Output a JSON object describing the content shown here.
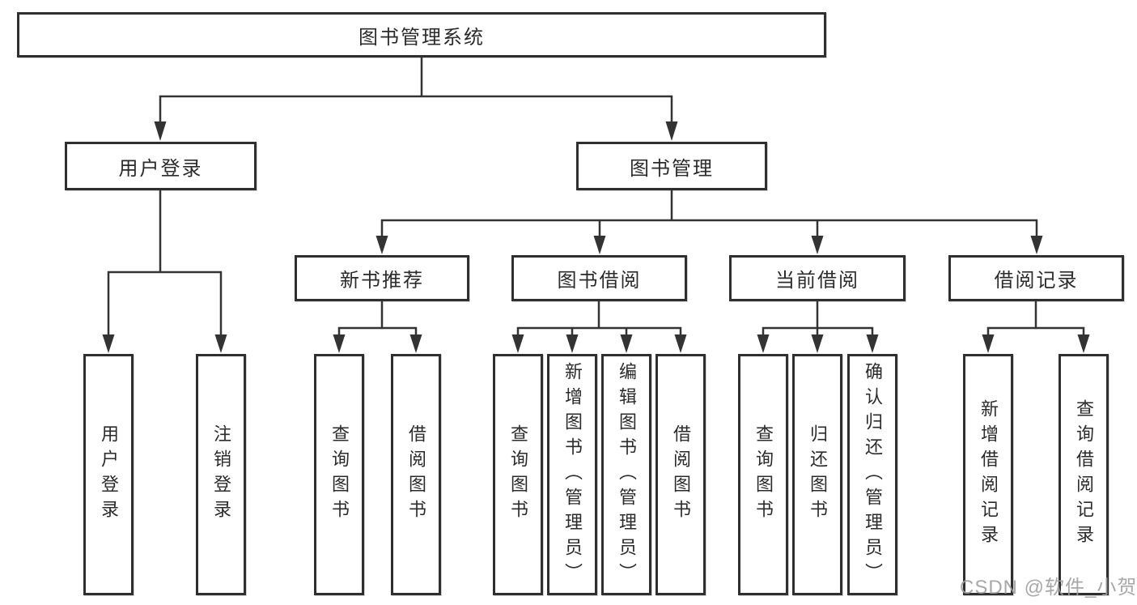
{
  "diagram_type": "hierarchy-tree",
  "tree": {
    "label": "图书管理系统",
    "children": [
      {
        "label": "用户登录",
        "children": [
          {
            "label": "用户登录"
          },
          {
            "label": "注销登录"
          }
        ]
      },
      {
        "label": "图书管理",
        "children": [
          {
            "label": "新书推荐",
            "children": [
              {
                "label": "查询图书"
              },
              {
                "label": "借阅图书"
              }
            ]
          },
          {
            "label": "图书借阅",
            "children": [
              {
                "label": "查询图书"
              },
              {
                "label": "新增图书（管理员）"
              },
              {
                "label": "编辑图书（管理员）"
              },
              {
                "label": "借阅图书"
              }
            ]
          },
          {
            "label": "当前借阅",
            "children": [
              {
                "label": "查询图书"
              },
              {
                "label": "归还图书"
              },
              {
                "label": "确认归还（管理员）"
              }
            ]
          },
          {
            "label": "借阅记录",
            "children": [
              {
                "label": "新增借阅记录"
              },
              {
                "label": "查询借阅记录"
              }
            ]
          }
        ]
      }
    ]
  },
  "watermark": {
    "text": "CSDN @软件_小贺同学"
  },
  "colors": {
    "background": "#ffffff",
    "line": "#333333",
    "box_border": "#2f2f2f",
    "text": "#2b2b2b",
    "watermark": "#9f9f9f"
  }
}
